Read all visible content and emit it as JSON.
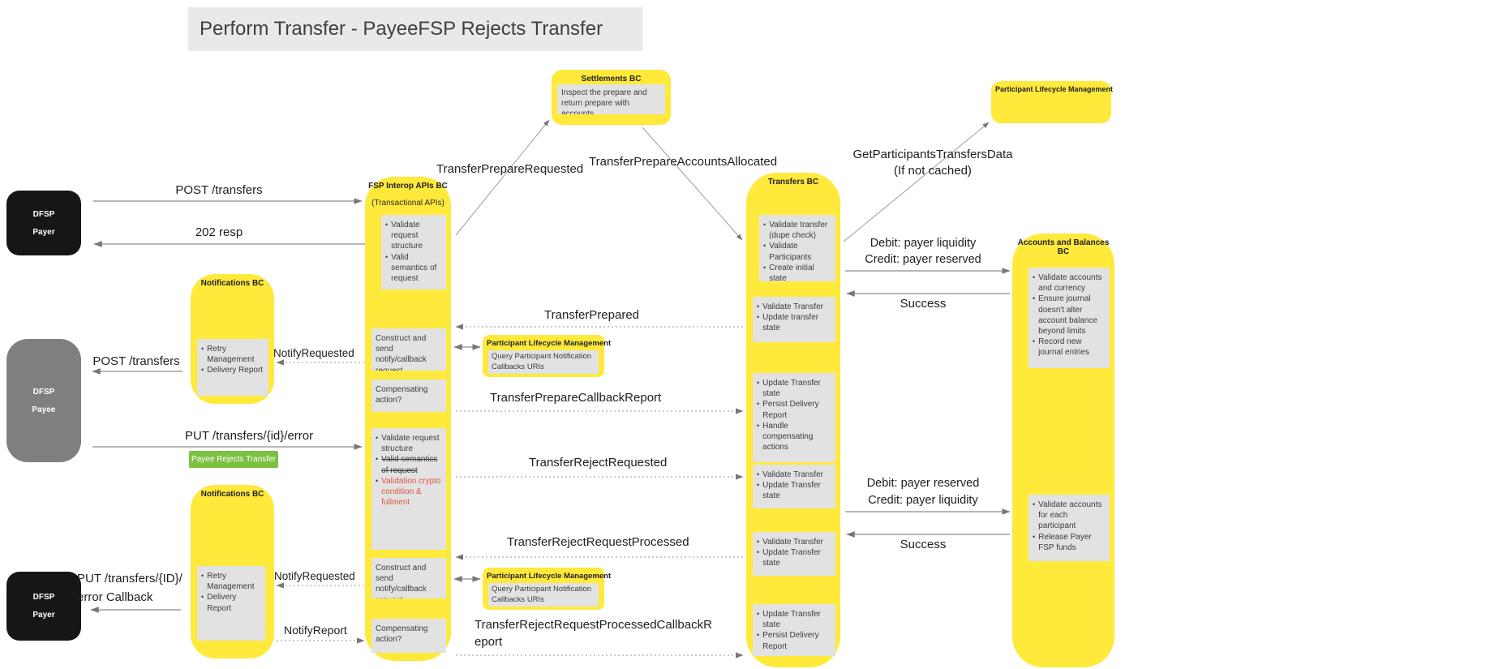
{
  "title": "Perform Transfer - PayeeFSP Rejects Transfer",
  "colors": {
    "yellow": "#FFE93B",
    "box-gray": "#E2E2E2",
    "green": "#7CC142",
    "red": "#E0553F",
    "actor-black": "#161616",
    "actor-gray": "#7F7F7F",
    "title-bg": "#E9E9E9"
  },
  "actors": {
    "payer_top": {
      "line1": "DFSP",
      "line2": "Payer"
    },
    "payee": {
      "line1": "DFSP",
      "line2": "Payee"
    },
    "payer_bottom": {
      "line1": "DFSP",
      "line2": "Payer"
    }
  },
  "badge": {
    "label": "Payee Rejects Transfer"
  },
  "lanes": {
    "settlements": {
      "title": "Settlements BC",
      "note": "Inspect the prepare and return prepare with accounts"
    },
    "plm_top": {
      "title": "Participant Lifecycle Management"
    },
    "fsp": {
      "title": "FSP Interop APIs BC",
      "subtitle": "(Transactional APIs)",
      "box1": {
        "bullets": [
          "Validate request structure",
          "Valid semantics of request"
        ]
      },
      "box2": {
        "text": "Construct and send notify/callback request"
      },
      "box3": {
        "text": "Compensating action?"
      },
      "box4": {
        "bullets": [
          {
            "text": "Validate request structure"
          },
          {
            "text": "Valid semantics of request",
            "cls": "strike"
          },
          {
            "text": "Validation crypto condition & fullment",
            "cls": "red"
          }
        ]
      },
      "box5": {
        "text": "Construct and send notify/callback request"
      },
      "box6": {
        "text": "Compensating action?"
      }
    },
    "notifications_top": {
      "title": "Notifications BC",
      "bullets": [
        "Retry Management",
        "Delivery Report"
      ]
    },
    "notifications_bottom": {
      "title": "Notifications BC",
      "bullets": [
        "Retry Management",
        "Delivery Report"
      ]
    },
    "transfers": {
      "title": "Transfers BC",
      "box1": {
        "bullets": [
          "Validate transfer (dupe check)",
          "Validate Participants",
          "Create initial state"
        ]
      },
      "box2": {
        "bullets": [
          "Validate Transfer",
          "Update transfer state"
        ]
      },
      "box3": {
        "bullets": [
          "Update Transfer state",
          "Persist Delivery Report",
          "Handle compensating actions"
        ]
      },
      "box4": {
        "bullets": [
          "Validate Transfer",
          "Update Transfer state"
        ]
      },
      "box5": {
        "bullets": [
          "Validate Transfer",
          "Update Transfer state"
        ]
      },
      "box6": {
        "bullets": [
          "Update Transfer state",
          "Persist Delivery Report"
        ]
      }
    },
    "accounts": {
      "title": "Accounts and Balances BC",
      "box1": {
        "bullets": [
          "Validate accounts and currency",
          "Ensure journal doesn't alter account balance beyond limits",
          "Record new journal entries"
        ]
      },
      "box2": {
        "bullets": [
          "Validate accounts for each participant",
          "Release Payer FSP funds"
        ]
      }
    }
  },
  "plm_inline": {
    "title": "Participant Lifecycle Management",
    "note": "Query Participant Notification Callbacks URIs"
  },
  "messages": {
    "post_transfers": "POST /transfers",
    "resp_202": "202 resp",
    "transfer_prepare_requested": "TransferPrepareRequested",
    "transfer_prepare_accounts_allocated": "TransferPrepareAccountsAllocated",
    "get_participants_line1": "GetParticipantsTransfersData",
    "get_participants_line2": "(If not cached)",
    "debit_liquidity_line1": "Debit: payer liquidity",
    "debit_liquidity_line2": "Credit: payer reserved",
    "success_top": "Success",
    "transfer_prepared": "TransferPrepared",
    "notify_requested": "NotifyRequested",
    "post_transfers_payee": "POST /transfers",
    "transfer_prepare_callback_report": "TransferPrepareCallbackReport",
    "put_transfers_error": "PUT /transfers/{id}/error",
    "transfer_reject_requested": "TransferRejectRequested",
    "debit_reserved_line1": "Debit: payer reserved",
    "debit_reserved_line2": "Credit: payer liquidity",
    "success_bottom": "Success",
    "transfer_reject_request_processed": "TransferRejectRequestProcessed",
    "notify_requested_bottom": "NotifyRequested",
    "put_error_callback_line1": "PUT /transfers/{ID}/",
    "put_error_callback_line2": "error Callback",
    "notify_report": "NotifyReport",
    "transfer_reject_processed_callback_report": "TransferRejectRequestProcessedCallbackReport"
  }
}
